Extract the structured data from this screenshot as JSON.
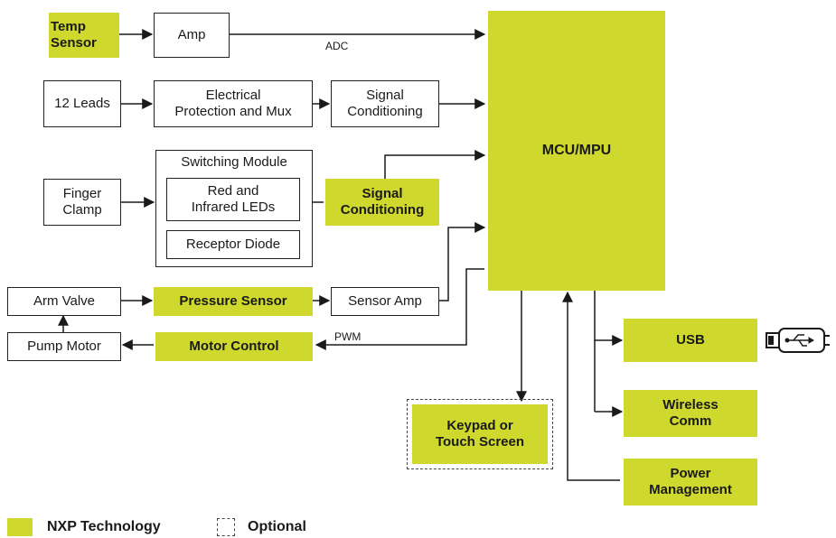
{
  "blocks": {
    "temp_sensor": "Temp\nSensor",
    "amp": "Amp",
    "twelve_leads": "12 Leads",
    "electrical_protection": "Electrical\nProtection and Mux",
    "signal_conditioning_1": "Signal\nConditioning",
    "finger_clamp": "Finger\nClamp",
    "switching_module": "Switching Module",
    "red_ir_leds": "Red and\nInfrared LEDs",
    "receptor_diode": "Receptor Diode",
    "signal_conditioning_2": "Signal\nConditioning",
    "arm_valve": "Arm Valve",
    "pressure_sensor": "Pressure Sensor",
    "sensor_amp": "Sensor Amp",
    "pump_motor": "Pump Motor",
    "motor_control": "Motor Control",
    "mcu": "MCU/MPU",
    "usb": "USB",
    "wireless": "Wireless\nComm",
    "keypad": "Keypad or\nTouch Screen",
    "power": "Power\nManagement"
  },
  "labels": {
    "adc": "ADC",
    "pwm": "PWM"
  },
  "legend": {
    "nxp": "NXP Technology",
    "optional": "Optional"
  },
  "colors": {
    "nxp_green": "#cfd82c",
    "line": "#1a1a1a"
  },
  "icons": [
    "usb-connector-icon"
  ]
}
